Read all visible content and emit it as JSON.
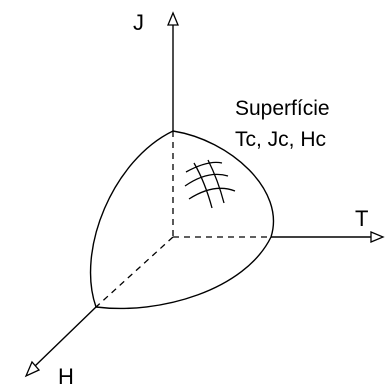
{
  "axes": {
    "j": "J",
    "t": "T",
    "h": "H"
  },
  "surface": {
    "line1": "Superfície",
    "line2": "Tc, Jc, Hc"
  },
  "colors": {
    "stroke": "#000000",
    "background": "#ffffff"
  }
}
